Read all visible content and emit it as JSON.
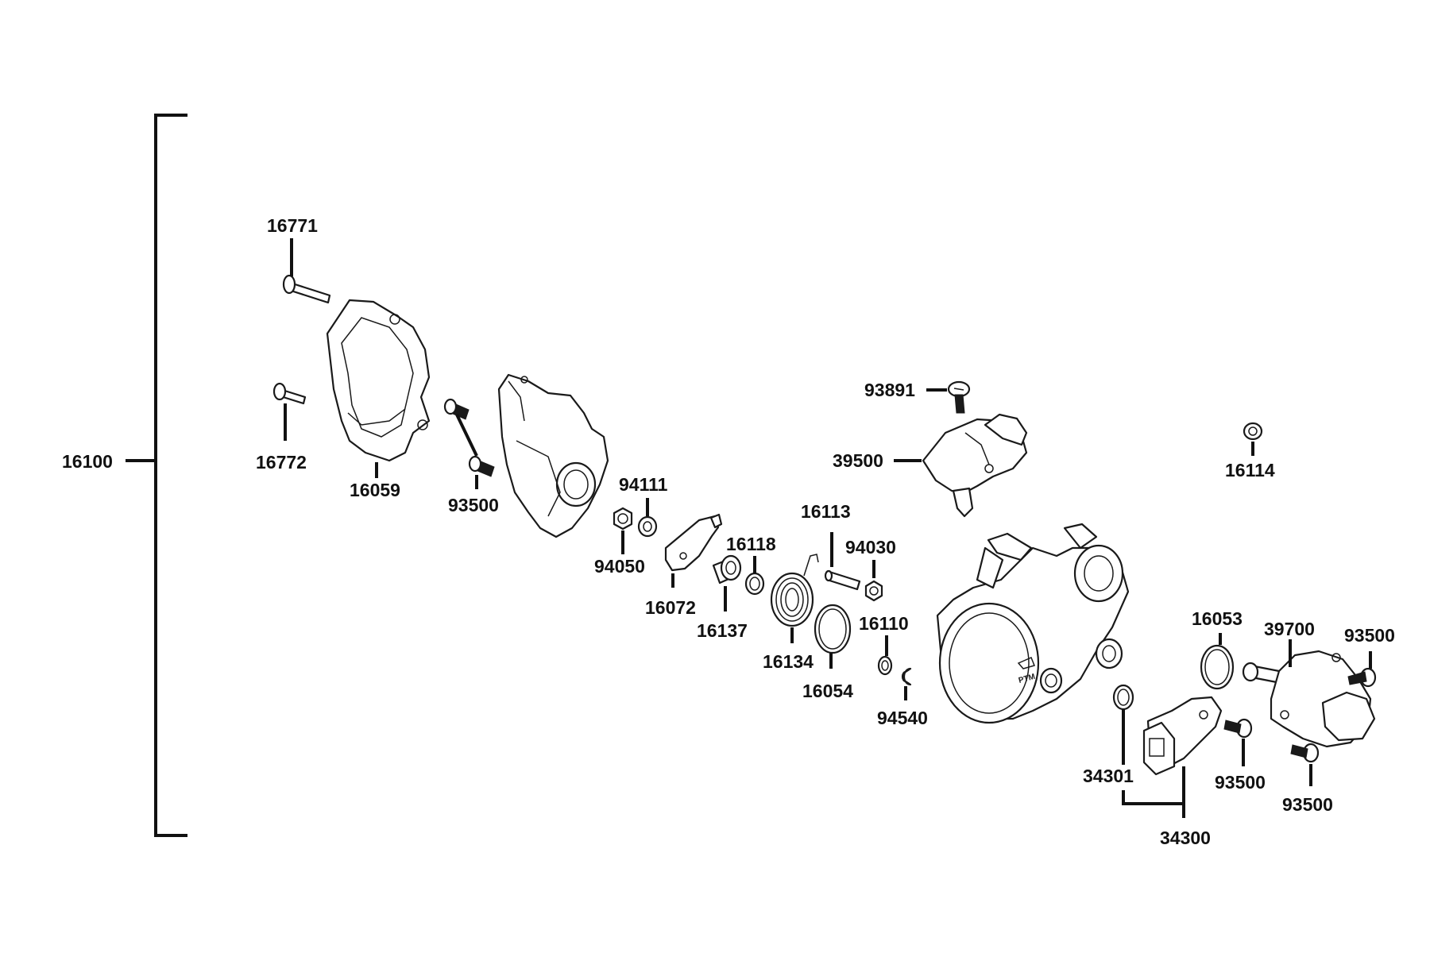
{
  "diagram": {
    "assembly_label": "16100",
    "callouts": {
      "c16771": "16771",
      "c16772": "16772",
      "c16059": "16059",
      "c93500a": "93500",
      "c94111": "94111",
      "c94050": "94050",
      "c16072": "16072",
      "c16118": "16118",
      "c16137": "16137",
      "c16113": "16113",
      "c16134": "16134",
      "c94030": "94030",
      "c16054": "16054",
      "c16110": "16110",
      "c94540": "94540",
      "c93891": "93891",
      "c39500": "39500",
      "c16114": "16114",
      "c16053": "16053",
      "c39700": "39700",
      "c93500b": "93500",
      "c93500c": "93500",
      "c93500d": "93500",
      "c34301": "34301",
      "c34300": "34300"
    }
  }
}
